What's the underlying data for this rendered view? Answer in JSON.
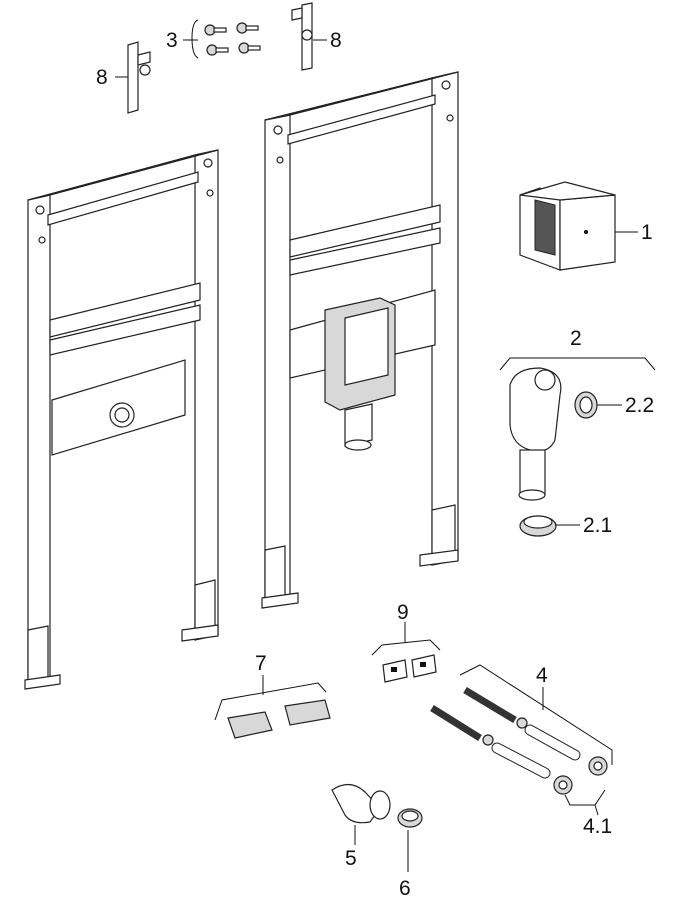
{
  "labels": {
    "frame_module": "1",
    "siphon": "2",
    "siphon_connector": "2.1",
    "siphon_ring": "2.2",
    "screws": "3",
    "threaded_rods": "4",
    "rod_nuts": "4.1",
    "elbow": "5",
    "adapter": "6",
    "clips": "7",
    "bracket_left": "8",
    "bracket_right": "8",
    "plates": "9"
  }
}
